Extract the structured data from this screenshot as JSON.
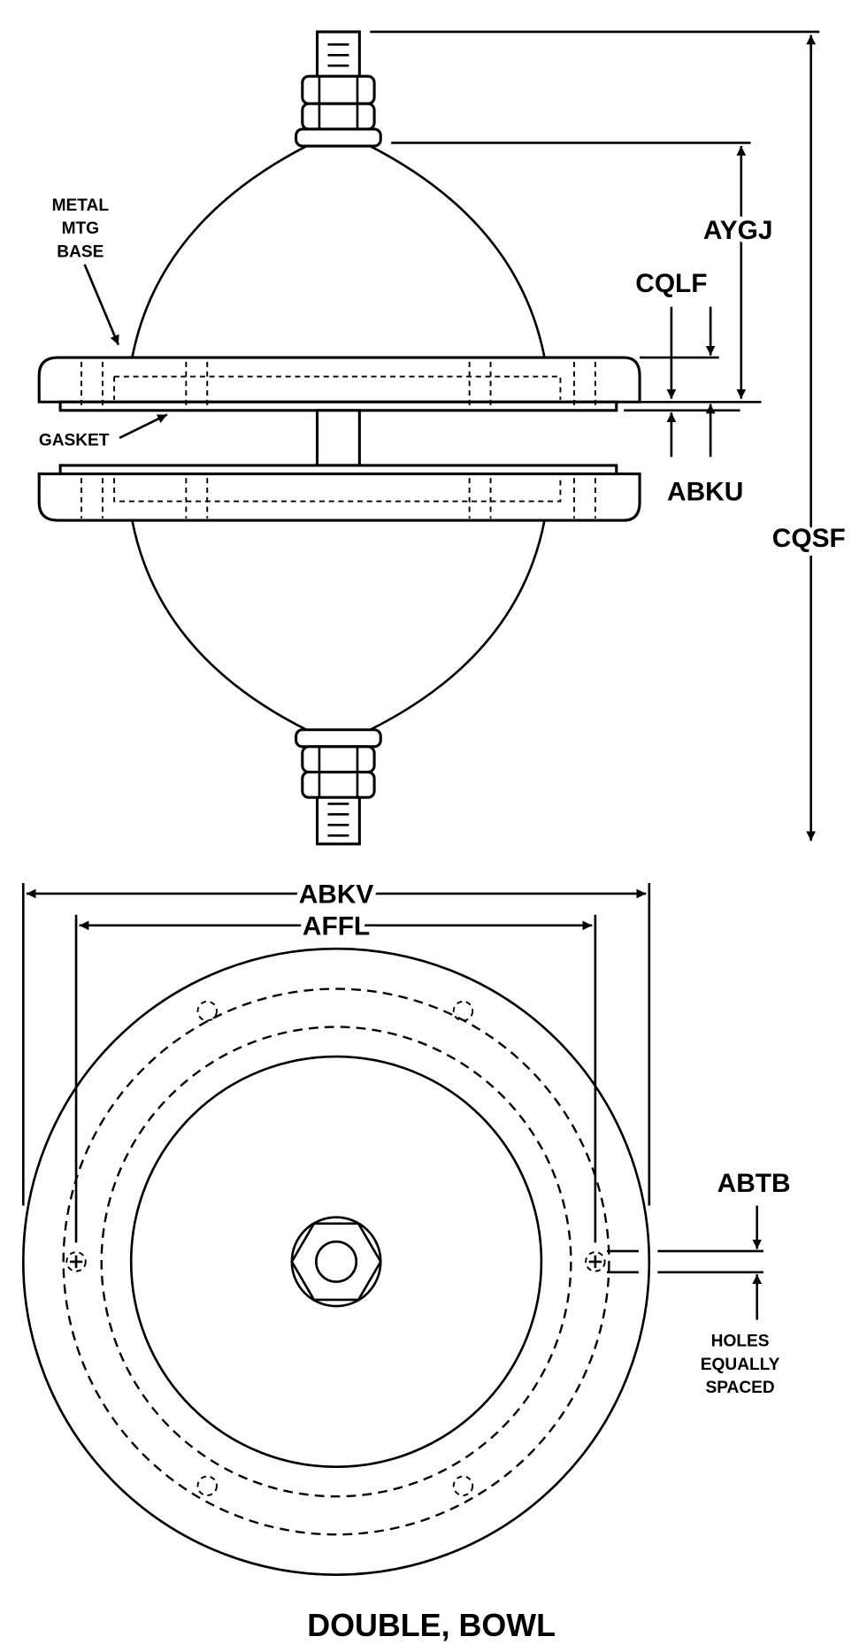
{
  "title": "DOUBLE, BOWL",
  "labels": {
    "metal_mtg_base": [
      "METAL",
      "MTG",
      "BASE"
    ],
    "gasket": "GASKET",
    "holes_note": [
      "HOLES",
      "EQUALLY",
      "SPACED"
    ]
  },
  "dimensions": {
    "aygj": "AYGJ",
    "cqlf": "CQLF",
    "abku": "ABKU",
    "cqsf": "CQSF",
    "abkv": "ABKV",
    "affl": "AFFL",
    "abtb": "ABTB"
  }
}
